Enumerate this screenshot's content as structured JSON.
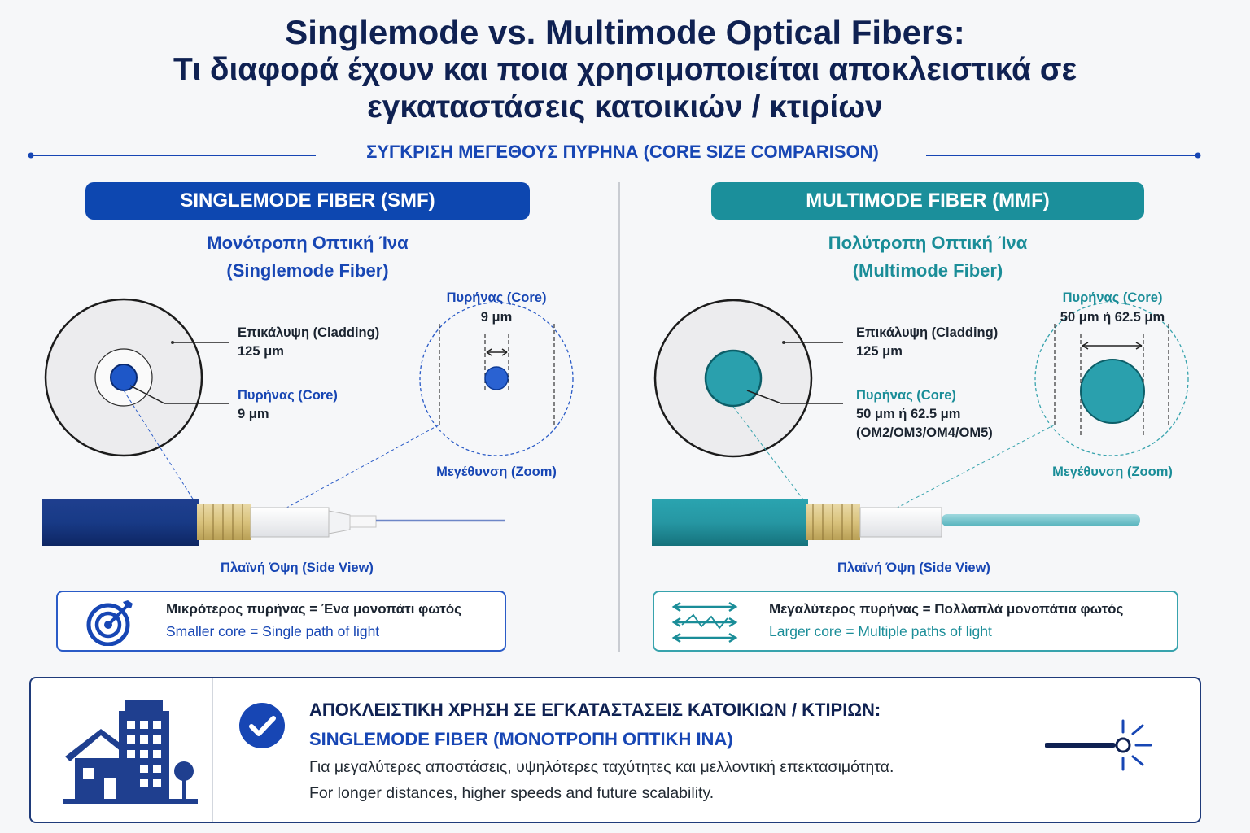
{
  "header": {
    "title_line1": "Singlemode vs. Multimode Optical Fibers:",
    "title_line2": "Τι διαφορά έχουν και ποια χρησιμοποιείται αποκλειστικά σε",
    "title_line3": "εγκαταστάσεις κατοικιών / κτιρίων",
    "section_label": "ΣΥΓΚΡΙΣΗ ΜΕΓΕΘΟΥΣ ΠΥΡΗΝΑ (CORE SIZE COMPARISON)"
  },
  "colors": {
    "navy": "#0f2152",
    "smf_blue": "#0d47b0",
    "mmf_teal": "#1b8f9b"
  },
  "smf": {
    "pill": "SINGLEMODE FIBER (SMF)",
    "subtitle1": "Μονότροπη Οπτική Ίνα",
    "subtitle2": "(Singlemode Fiber)",
    "cladding_label": "Επικάλυψη (Cladding)",
    "cladding_size": "125 μm",
    "core_label": "Πυρήνας (Core)",
    "core_size": "9 μm",
    "zoom_core_label": "Πυρήνας (Core)",
    "zoom_core_size": "9 μm",
    "zoom_label": "Μεγέθυνση (Zoom)",
    "side_view": "Πλαϊνή Όψη (Side View)",
    "info_main": "Μικρότερος πυρήνας = Ένα μονοπάτι φωτός",
    "info_sub": "Smaller core = Single path of light",
    "info_icon": "target-icon"
  },
  "mmf": {
    "pill": "MULTIMODE FIBER (MMF)",
    "subtitle1": "Πολύτροπη Οπτική Ίνα",
    "subtitle2": "(Multimode Fiber)",
    "cladding_label": "Επικάλυψη (Cladding)",
    "cladding_size": "125 μm",
    "core_label": "Πυρήνας (Core)",
    "core_size": "50 μm ή 62.5 μm",
    "core_types": "(OM2/OM3/OM4/OM5)",
    "zoom_core_label": "Πυρήνας (Core)",
    "zoom_core_size": "50 μm ή 62.5 μm",
    "zoom_label": "Μεγέθυνση (Zoom)",
    "side_view": "Πλαϊνή Όψη (Side View)",
    "info_main": "Μεγαλύτερος πυρήνας = Πολλαπλά μονοπάτια φωτός",
    "info_sub": "Larger core = Multiple paths of light",
    "info_icon": "multipath-arrows-icon"
  },
  "bottom": {
    "line1": "ΑΠΟΚΛΕΙΣΤΙΚΗ ΧΡΗΣΗ ΣΕ ΕΓΚΑΤΑΣΤΑΣΕΙΣ ΚΑΤΟΙΚΙΩΝ / ΚΤΙΡΙΩΝ:",
    "line2": "SINGLEMODE FIBER (ΜΟΝΟΤΡΟΠΗ ΟΠΤΙΚΗ ΙΝΑ)",
    "line3": "Για μεγαλύτερες αποστάσεις, υψηλότερες ταχύτητες και μελλοντική επεκτασιμότητα.",
    "line4": "For longer distances, higher speeds and future scalability.",
    "icons": [
      "buildings-icon",
      "checkmark-icon",
      "light-fiber-icon"
    ]
  }
}
